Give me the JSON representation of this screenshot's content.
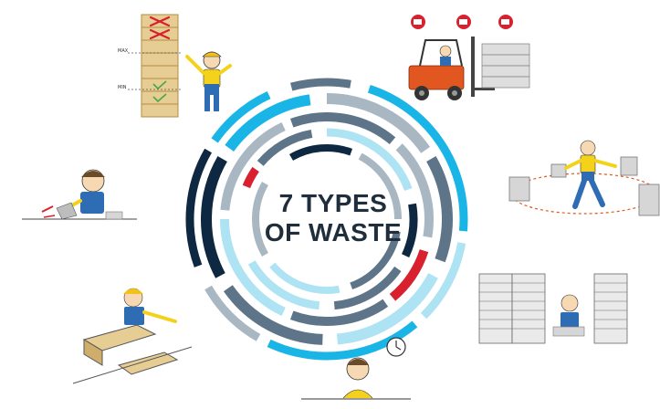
{
  "title": {
    "line1": "7 TYPES",
    "line2": "OF WASTE"
  },
  "overproduction": {
    "label_max": "MAX",
    "label_min": "MIN"
  },
  "colors": {
    "navy": "#0d2840",
    "cyan": "#19b5e6",
    "light_blue": "#aee3f3",
    "slate": "#5e7488",
    "gray": "#a9b7c2",
    "red": "#d8202f",
    "title_text": "#1f2d3d",
    "worker_shirt": "#f4d21b",
    "worker_pants": "#2e6db3",
    "forklift": "#e2571f",
    "box": "#e6cd94",
    "box_edge": "#b58b45"
  },
  "icons": [
    "overproduction-icon",
    "transportation-icon",
    "motion-icon",
    "inventory-icon",
    "waiting-icon",
    "over-processing-icon",
    "defects-icon"
  ]
}
